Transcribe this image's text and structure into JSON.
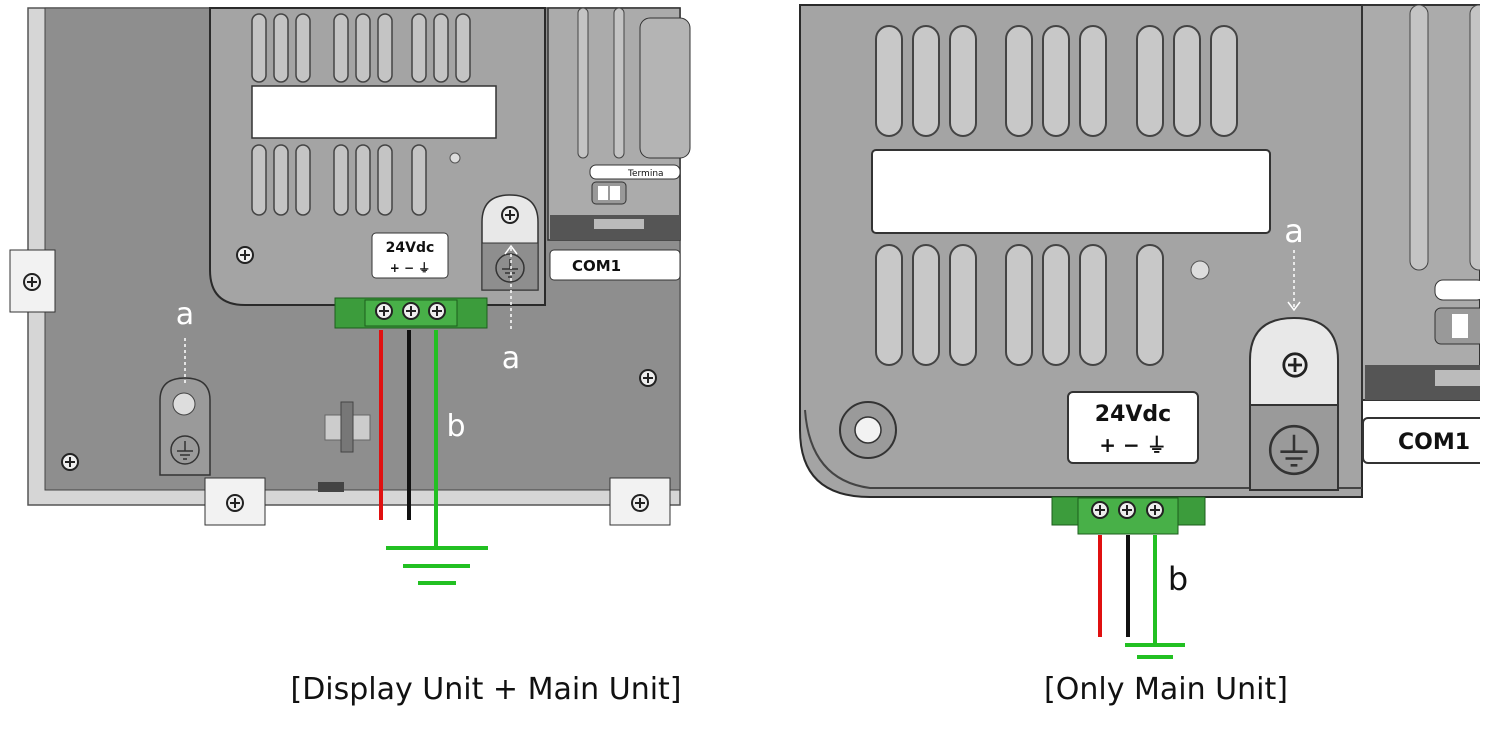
{
  "left_panel": {
    "caption": "[Display Unit + Main Unit]",
    "power_label": "24Vdc",
    "power_terminals": "+ − ⏚",
    "com_label": "COM1",
    "terminal_label": "Termina",
    "label_a_post": "a",
    "label_a_bracket": "a",
    "label_b": "b"
  },
  "right_panel": {
    "caption": "[Only Main Unit]",
    "power_label": "24Vdc",
    "power_terminals": "+ − ⏚",
    "com_label": "COM1",
    "label_a": "a",
    "label_b": "b"
  },
  "colors": {
    "wire_positive": "#e01010",
    "wire_negative": "#111111",
    "wire_ground": "#22c022",
    "terminal_block": "#3c9c3c",
    "housing": "#a4a4a4",
    "panel_back": "#8e8e8e"
  }
}
